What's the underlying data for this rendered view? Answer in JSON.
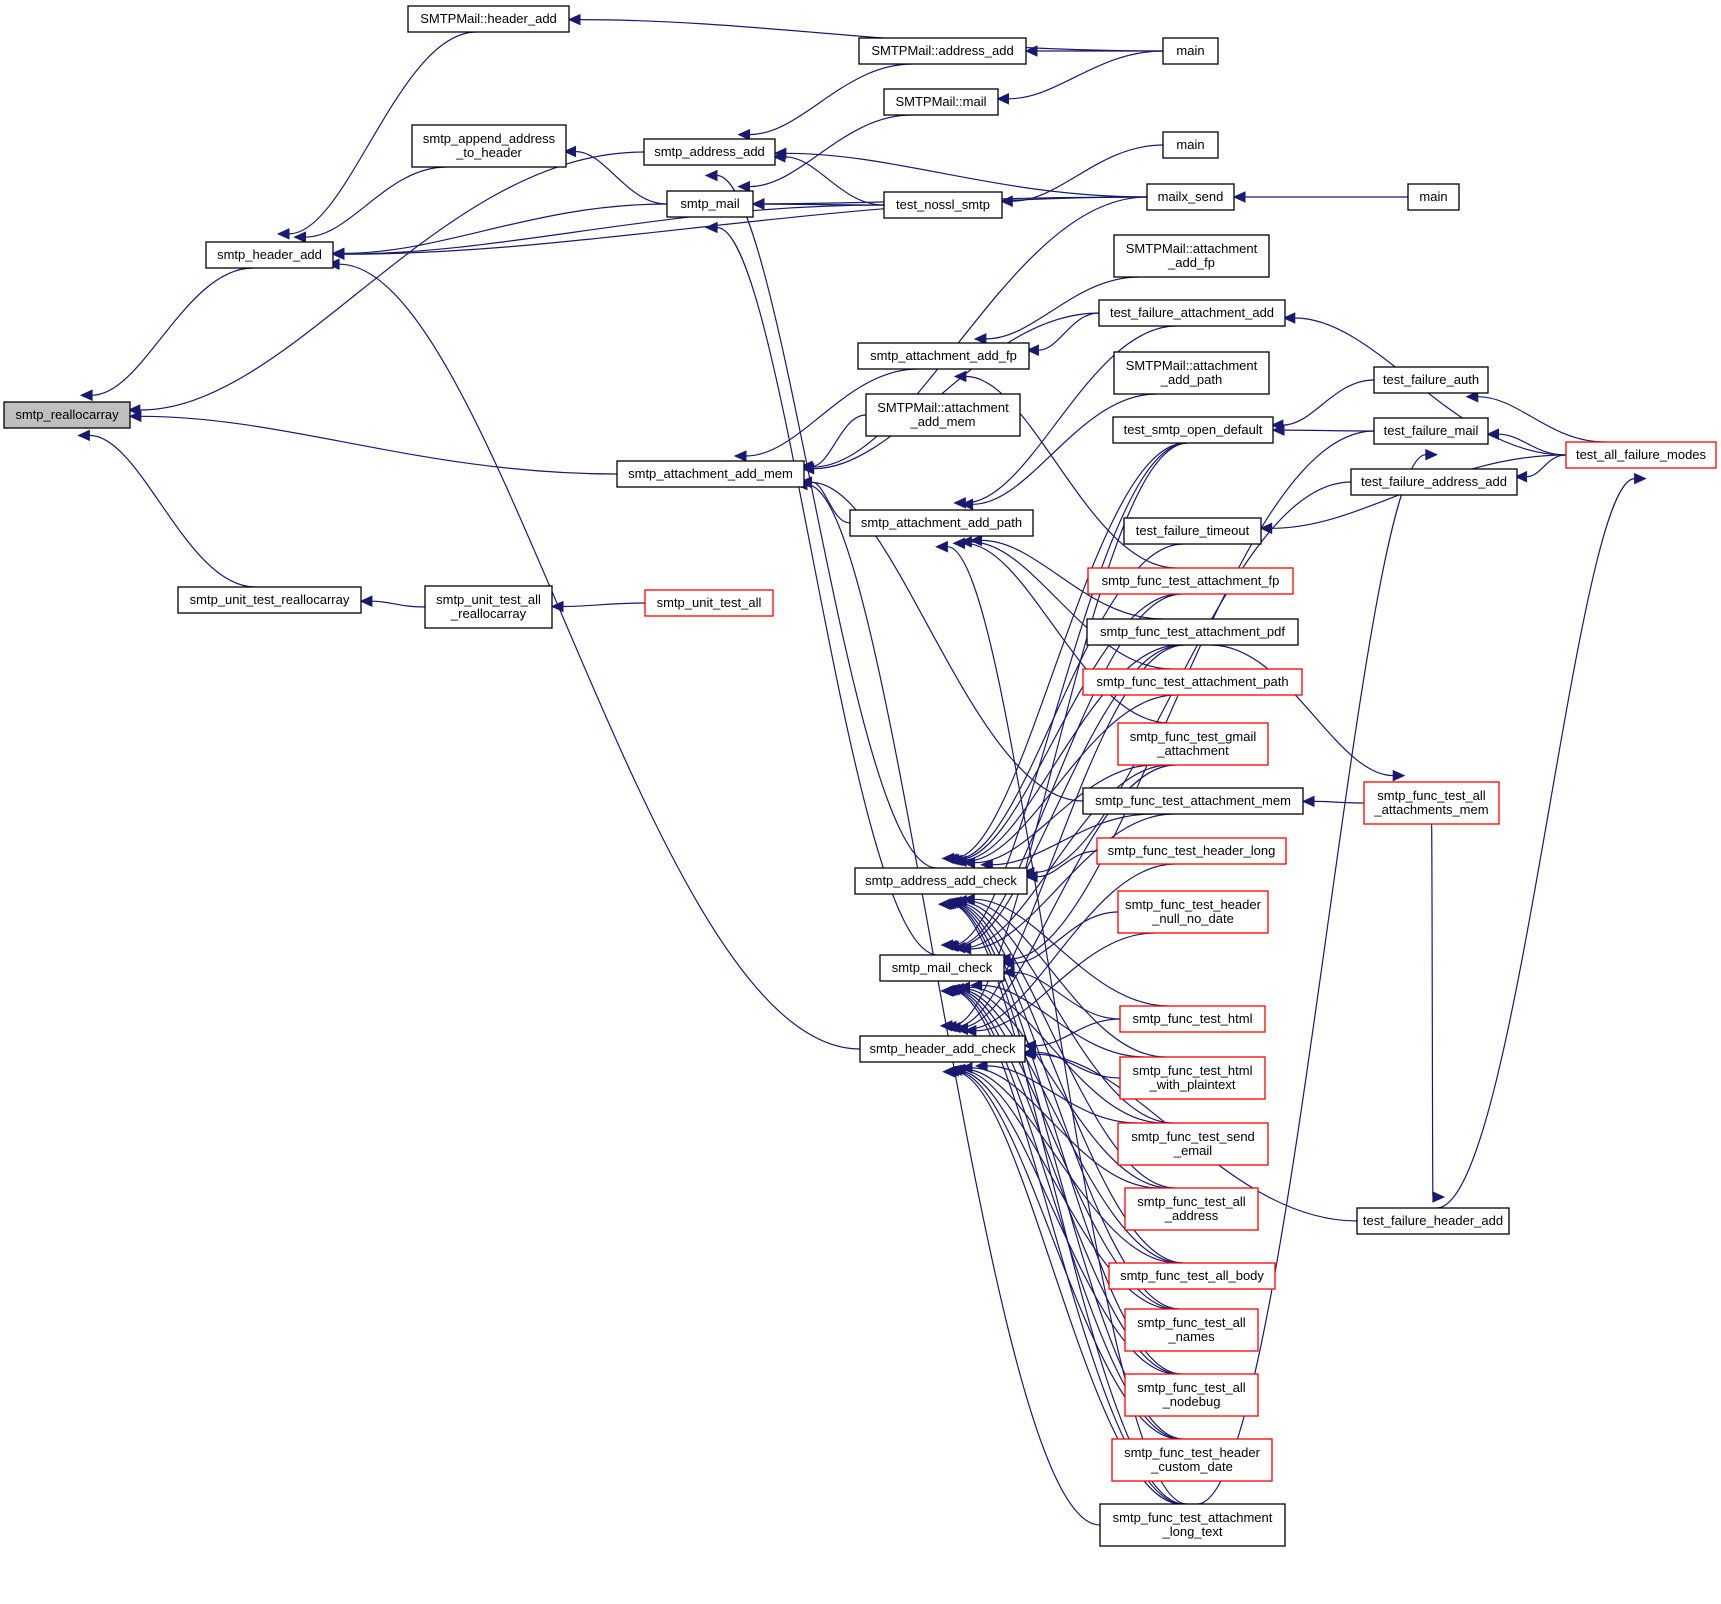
{
  "colors": {
    "edge": "#191970",
    "normal_border": "#000000",
    "truncated_border": "#ff0000",
    "focus_fill": "#bfbfbf",
    "node_fill": "#ffffff"
  },
  "nodes": [
    {
      "id": "realloc",
      "lines": [
        "smtp_reallocarray"
      ],
      "kind": "focus"
    },
    {
      "id": "hdr_add",
      "lines": [
        "smtp_header_add"
      ],
      "kind": "normal"
    },
    {
      "id": "unit_realloc",
      "lines": [
        "smtp_unit_test_reallocarray"
      ],
      "kind": "normal"
    },
    {
      "id": "unit_all_realloc",
      "lines": [
        "smtp_unit_test_all",
        "_reallocarray"
      ],
      "kind": "normal"
    },
    {
      "id": "unit_all",
      "lines": [
        "smtp_unit_test_all"
      ],
      "kind": "truncated"
    },
    {
      "id": "cpp_hdr_add",
      "lines": [
        "SMTPMail::header_add"
      ],
      "kind": "normal"
    },
    {
      "id": "append_addr",
      "lines": [
        "smtp_append_address",
        "_to_header"
      ],
      "kind": "normal"
    },
    {
      "id": "addr_add",
      "lines": [
        "smtp_address_add"
      ],
      "kind": "normal"
    },
    {
      "id": "mail",
      "lines": [
        "smtp_mail"
      ],
      "kind": "normal"
    },
    {
      "id": "att_mem",
      "lines": [
        "smtp_attachment_add_mem"
      ],
      "kind": "normal"
    },
    {
      "id": "cpp_addr_add",
      "lines": [
        "SMTPMail::address_add"
      ],
      "kind": "normal"
    },
    {
      "id": "cpp_mail",
      "lines": [
        "SMTPMail::mail"
      ],
      "kind": "normal"
    },
    {
      "id": "nossl",
      "lines": [
        "test_nossl_smtp"
      ],
      "kind": "normal"
    },
    {
      "id": "att_fp",
      "lines": [
        "smtp_attachment_add_fp"
      ],
      "kind": "normal"
    },
    {
      "id": "cpp_att_mem",
      "lines": [
        "SMTPMail::attachment",
        "_add_mem"
      ],
      "kind": "normal"
    },
    {
      "id": "att_path",
      "lines": [
        "smtp_attachment_add_path"
      ],
      "kind": "normal"
    },
    {
      "id": "addr_check",
      "lines": [
        "smtp_address_add_check"
      ],
      "kind": "normal"
    },
    {
      "id": "mail_check",
      "lines": [
        "smtp_mail_check"
      ],
      "kind": "normal"
    },
    {
      "id": "hdr_check",
      "lines": [
        "smtp_header_add_check"
      ],
      "kind": "normal"
    },
    {
      "id": "main1",
      "lines": [
        "main"
      ],
      "kind": "normal"
    },
    {
      "id": "main2",
      "lines": [
        "main"
      ],
      "kind": "normal"
    },
    {
      "id": "mailx",
      "lines": [
        "mailx_send"
      ],
      "kind": "normal"
    },
    {
      "id": "cpp_att_fp",
      "lines": [
        "SMTPMail::attachment",
        "_add_fp"
      ],
      "kind": "normal"
    },
    {
      "id": "tf_att_add",
      "lines": [
        "test_failure_attachment_add"
      ],
      "kind": "normal"
    },
    {
      "id": "cpp_att_path",
      "lines": [
        "SMTPMail::attachment",
        "_add_path"
      ],
      "kind": "normal"
    },
    {
      "id": "open_default",
      "lines": [
        "test_smtp_open_default"
      ],
      "kind": "normal"
    },
    {
      "id": "tf_timeout",
      "lines": [
        "test_failure_timeout"
      ],
      "kind": "normal"
    },
    {
      "id": "ft_att_fp",
      "lines": [
        "smtp_func_test_attachment_fp"
      ],
      "kind": "truncated"
    },
    {
      "id": "ft_att_pdf",
      "lines": [
        "smtp_func_test_attachment_pdf"
      ],
      "kind": "normal"
    },
    {
      "id": "ft_att_path",
      "lines": [
        "smtp_func_test_attachment_path"
      ],
      "kind": "truncated"
    },
    {
      "id": "ft_gmail",
      "lines": [
        "smtp_func_test_gmail",
        "_attachment"
      ],
      "kind": "truncated"
    },
    {
      "id": "ft_att_mem",
      "lines": [
        "smtp_func_test_attachment_mem"
      ],
      "kind": "normal"
    },
    {
      "id": "ft_hdr_long",
      "lines": [
        "smtp_func_test_header_long"
      ],
      "kind": "truncated"
    },
    {
      "id": "ft_hdr_null",
      "lines": [
        "smtp_func_test_header",
        "_null_no_date"
      ],
      "kind": "truncated"
    },
    {
      "id": "ft_html",
      "lines": [
        "smtp_func_test_html"
      ],
      "kind": "truncated"
    },
    {
      "id": "ft_html_plain",
      "lines": [
        "smtp_func_test_html",
        "_with_plaintext"
      ],
      "kind": "truncated"
    },
    {
      "id": "ft_send",
      "lines": [
        "smtp_func_test_send",
        "_email"
      ],
      "kind": "truncated"
    },
    {
      "id": "ft_all_addr",
      "lines": [
        "smtp_func_test_all",
        "_address"
      ],
      "kind": "truncated"
    },
    {
      "id": "ft_all_body",
      "lines": [
        "smtp_func_test_all_body"
      ],
      "kind": "truncated"
    },
    {
      "id": "ft_all_names",
      "lines": [
        "smtp_func_test_all",
        "_names"
      ],
      "kind": "truncated"
    },
    {
      "id": "ft_all_nodebug",
      "lines": [
        "smtp_func_test_all",
        "_nodebug"
      ],
      "kind": "truncated"
    },
    {
      "id": "ft_hdr_custom",
      "lines": [
        "smtp_func_test_header",
        "_custom_date"
      ],
      "kind": "truncated"
    },
    {
      "id": "ft_long_text",
      "lines": [
        "smtp_func_test_attachment",
        "_long_text"
      ],
      "kind": "normal"
    },
    {
      "id": "main3",
      "lines": [
        "main"
      ],
      "kind": "normal"
    },
    {
      "id": "tf_auth",
      "lines": [
        "test_failure_auth"
      ],
      "kind": "normal"
    },
    {
      "id": "tf_mail",
      "lines": [
        "test_failure_mail"
      ],
      "kind": "normal"
    },
    {
      "id": "tf_addr_add",
      "lines": [
        "test_failure_address_add"
      ],
      "kind": "normal"
    },
    {
      "id": "all_fail",
      "lines": [
        "test_all_failure_modes"
      ],
      "kind": "truncated"
    },
    {
      "id": "ft_all_att_mem",
      "lines": [
        "smtp_func_test_all",
        "_attachments_mem"
      ],
      "kind": "truncated"
    },
    {
      "id": "tf_hdr_add",
      "lines": [
        "test_failure_header_add"
      ],
      "kind": "normal"
    }
  ]
}
